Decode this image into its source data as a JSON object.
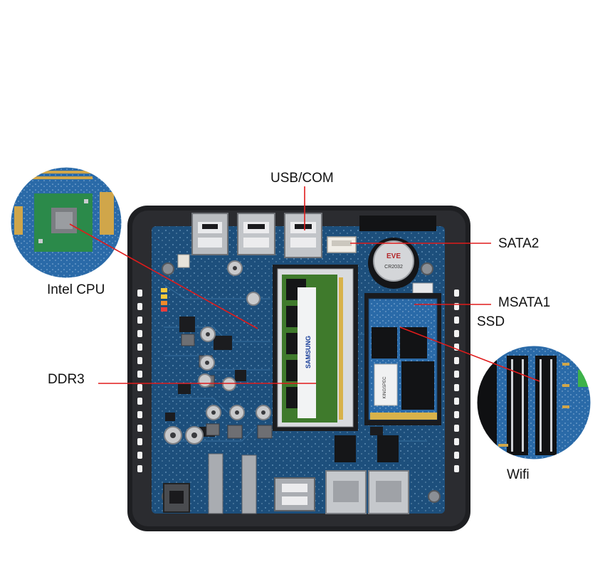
{
  "labels": {
    "usb_com": "USB/COM",
    "sata2": "SATA2",
    "intel_cpu": "Intel CPU",
    "msata1": "MSATA1",
    "ssd": "SSD",
    "ddr3": "DDR3",
    "wifi": "Wifi"
  },
  "colors": {
    "callout_line": "#e01b1b",
    "case": "#1e1f22",
    "board": "#1d4f7c",
    "ram_stick": "#3f7a2c",
    "background": "#ffffff"
  },
  "photo_markings": {
    "ram_brand": "SAMSUNG",
    "battery_brand": "EVE",
    "battery_model": "CR2032",
    "msata_marking": "KINGSPEC"
  }
}
